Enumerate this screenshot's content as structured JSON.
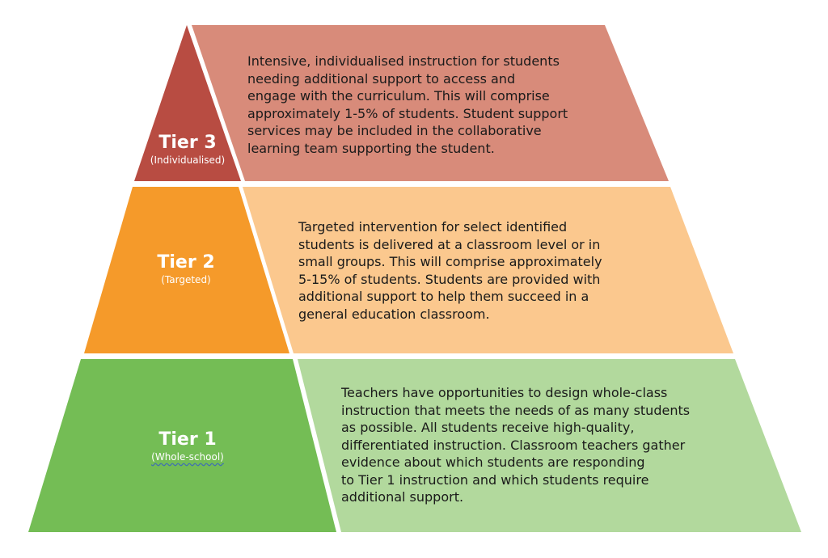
{
  "tiers": [
    {
      "title": "Tier 3",
      "subtitle": "(Individualised)",
      "description_lines": [
        "Intensive, individualised instruction for students",
        "needing additional support to access and",
        "engage with the curriculum. This will comprise",
        "approximately 1-5% of students. Student support",
        "services may be included in the collaborative",
        "learning team supporting the student."
      ],
      "colors": {
        "label": "#b84c42",
        "text": "#d88b7a"
      }
    },
    {
      "title": "Tier 2",
      "subtitle": "(Targeted)",
      "description_lines": [
        "Targeted intervention for select identified",
        "students is delivered at a classroom level or in",
        "small groups. This will comprise approximately",
        "5-15% of students. Students are provided with",
        "additional support to help them succeed in a",
        "general education classroom."
      ],
      "colors": {
        "label": "#f59a2a",
        "text": "#fbc88e"
      }
    },
    {
      "title": "Tier 1",
      "subtitle": "(Whole-school)",
      "description_lines": [
        "Teachers have opportunities to design whole-class",
        "instruction that meets the needs of as many students",
        "as possible. All students receive high-quality,",
        "differentiated instruction. Classroom teachers gather",
        "evidence about which students are responding",
        "to Tier 1 instruction and which students require",
        "additional support."
      ],
      "colors": {
        "label": "#74bd55",
        "text": "#b2d99d"
      }
    }
  ]
}
